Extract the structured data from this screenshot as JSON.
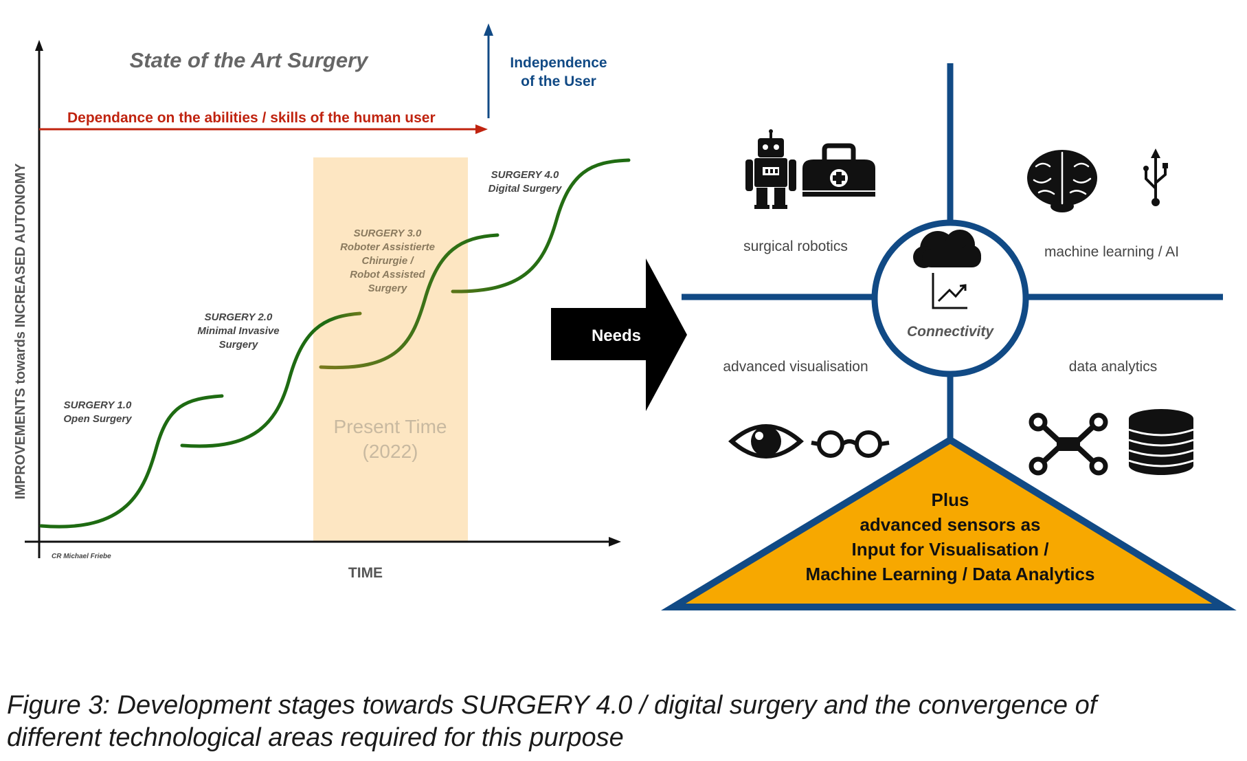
{
  "left_panel": {
    "title": "State of the Art Surgery",
    "red_arrow_label": "Dependance on the abilities / skills of the human user",
    "blue_arrow_label_line1": "Independence",
    "blue_arrow_label_line2": "of the User",
    "y_axis_label": "IMPROVEMENTS towards INCREASED AUTONOMY",
    "x_axis_label": "TIME",
    "credit": "CR Michael Friebe",
    "present_time_line1": "Present Time",
    "present_time_line2": "(2022)",
    "stages": [
      {
        "line1": "SURGERY 1.0",
        "line2": "Open Surgery"
      },
      {
        "line1": "SURGERY 2.0",
        "line2": "Minimal Invasive",
        "line3": "Surgery"
      },
      {
        "line1": "SURGERY 3.0",
        "line2": "Roboter Assistierte",
        "line3": "Chirurgie /",
        "line4": "Robot Assisted",
        "line5": "Surgery"
      },
      {
        "line1": "SURGERY 4.0",
        "line2": "Digital Surgery"
      }
    ]
  },
  "needs_arrow": {
    "label": "Needs"
  },
  "right_panel": {
    "hub_label": "Connectivity",
    "quadrants": {
      "top_left": "surgical robotics",
      "top_right": "machine learning / AI",
      "bottom_left": "advanced visualisation",
      "bottom_right": "data analytics"
    },
    "triangle": {
      "line1": "Plus",
      "line2": "advanced sensors as",
      "line3": "Input for Visualisation /",
      "line4": "Machine Learning / Data Analytics"
    },
    "icons": [
      "robot-icon",
      "medical-bag-icon",
      "brain-icon",
      "usb-icon",
      "cloud-icon",
      "chart-icon",
      "eye-icon",
      "glasses-icon",
      "network-icon",
      "database-icon"
    ]
  },
  "caption": {
    "line1": "Figure 3: Development stages towards SURGERY 4.0 / digital surgery and the convergence of",
    "line2": "different technological areas required for this purpose"
  },
  "colors": {
    "red_arrow": "#c0230f",
    "blue": "#114a85",
    "green": "#1e6b12",
    "present_band": "#fde6c2",
    "triangle_fill": "#f7a800",
    "gray_text": "#5a5a5a"
  }
}
